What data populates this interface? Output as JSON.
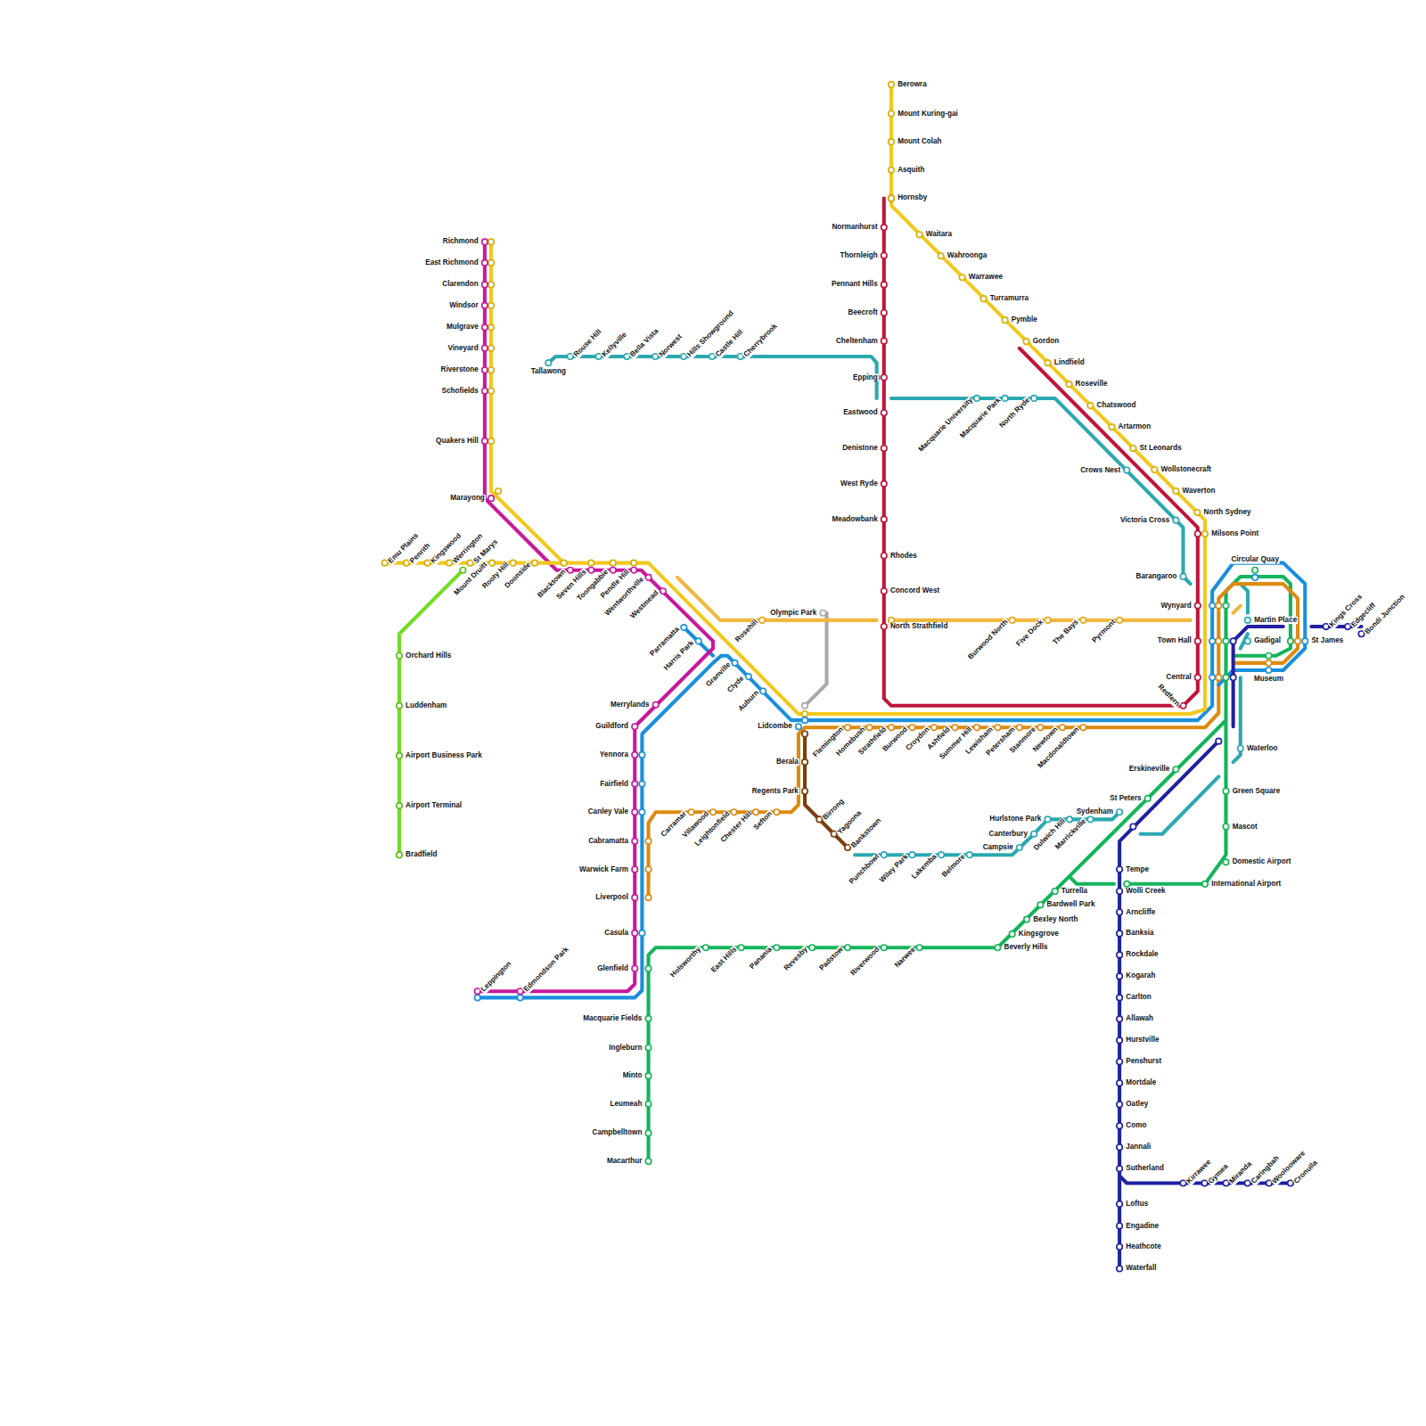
{
  "diagram": {
    "labels": [
      "Berowra",
      "Mount Kuring-gai",
      "Mount Colah",
      "Asquith",
      "Hornsby",
      "Waitara",
      "Wahroonga",
      "Warrawee",
      "Turramurra",
      "Pymble",
      "Gordon",
      "Lindfield",
      "Roseville",
      "Chatswood",
      "Artarmon",
      "St Leonards",
      "Wollstonecraft",
      "Waverton",
      "North Sydney",
      "Milsons Point",
      "Normanhurst",
      "Thornleigh",
      "Pennant Hills",
      "Beecroft",
      "Cheltenham",
      "Epping",
      "Eastwood",
      "Denistone",
      "West Ryde",
      "Meadowbank",
      "Rhodes",
      "Concord West",
      "North Strathfield",
      "Redfern",
      "Richmond",
      "East Richmond",
      "Clarendon",
      "Windsor",
      "Mulgrave",
      "Vineyard",
      "Riverstone",
      "Schofields",
      "Quakers Hill",
      "Marayong",
      "Emu Plains",
      "Penrith",
      "Kingswood",
      "Werrington",
      "St Marys",
      "Mount Druitt",
      "Rooty Hill",
      "Doonside",
      "Blacktown",
      "Seven Hills",
      "Toongabbie",
      "Pendle Hill",
      "Wentworthville",
      "Westmead",
      "Parramatta",
      "Harris Park",
      "Merrylands",
      "Guildford",
      "Yennora",
      "Fairfield",
      "Canley Vale",
      "Cabramatta",
      "Warwick Farm",
      "Liverpool",
      "Casula",
      "Glenfield",
      "Leppington",
      "Edmondson Park",
      "Granville",
      "Clyde",
      "Auburn",
      "Lidcombe",
      "Rosehill",
      "Olympic Park",
      "Tallawong",
      "Rouse Hill",
      "Kellyville",
      "Bella Vista",
      "Norwest",
      "Hills Showground",
      "Castle Hill",
      "Cherrybrook",
      "Macquarie University",
      "Macquarie Park",
      "North Ryde",
      "Crows Nest",
      "Victoria Cross",
      "Barangaroo",
      "Martin Place",
      "Gadigal",
      "Waterloo",
      "Burwood North",
      "Five Dock",
      "The Bays",
      "Pyrmont",
      "Wynyard",
      "Town Hall",
      "Central",
      "Circular Quay",
      "St James",
      "Museum",
      "Kings Cross",
      "Edgecliff",
      "Bondi Junction",
      "Flemington",
      "Homebush",
      "Strathfield",
      "Burwood",
      "Croydon",
      "Ashfield",
      "Summer Hill",
      "Lewisham",
      "Petersham",
      "Stanmore",
      "Newtown",
      "Macdonaldtown",
      "Berala",
      "Regents Park",
      "Birrong",
      "Yagoona",
      "Bankstown",
      "Carramar",
      "Villawood",
      "Leightonfield",
      "Chester Hill",
      "Sefton",
      "Punchbowl",
      "Wiley Park",
      "Lakemba",
      "Belmore",
      "Campsie",
      "Canterbury",
      "Hurlstone Park",
      "Dulwich Hill",
      "Marrickville",
      "Sydenham",
      "St Peters",
      "Erskineville",
      "Green Square",
      "Mascot",
      "Domestic Airport",
      "International Airport",
      "Tempe",
      "Wolli Creek",
      "Turrella",
      "Bardwell Park",
      "Bexley North",
      "Kingsgrove",
      "Beverly Hills",
      "Narwee",
      "Riverwood",
      "Padstow",
      "Revesby",
      "Panania",
      "East Hills",
      "Holsworthy",
      "Macquarie Fields",
      "Ingleburn",
      "Minto",
      "Leumeah",
      "Campbelltown",
      "Macarthur",
      "Arncliffe",
      "Banksia",
      "Rockdale",
      "Kogarah",
      "Carlton",
      "Allawah",
      "Hurstville",
      "Penshurst",
      "Mortdale",
      "Oatley",
      "Como",
      "Jannali",
      "Sutherland",
      "Loftus",
      "Engadine",
      "Heathcote",
      "Waterfall",
      "Kirrawee",
      "Gymea",
      "Miranda",
      "Caringbah",
      "Woolooware",
      "Cronulla",
      "Orchard Hills",
      "Luddenham",
      "Airport Business Park",
      "Airport Terminal",
      "Bradfield"
    ]
  }
}
